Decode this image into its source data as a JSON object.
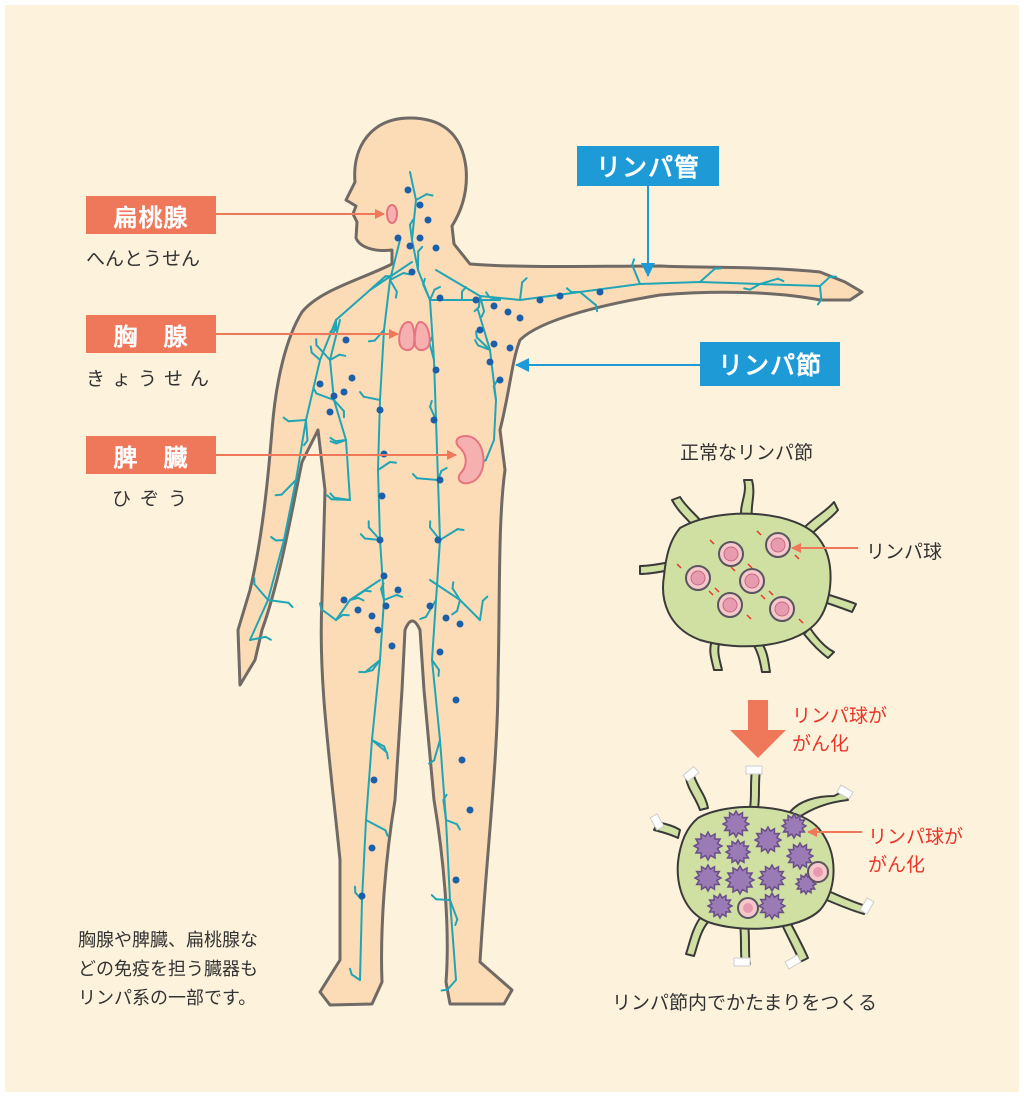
{
  "organs": {
    "tonsil": {
      "label": "扁桃腺",
      "reading": "へんとうせん"
    },
    "thymus": {
      "label": "胸　腺",
      "reading": "きょうせん"
    },
    "spleen": {
      "label": "脾　臓",
      "reading": "ひぞう"
    }
  },
  "lymph_vessel_label": "リンパ管",
  "lymph_node_label": "リンパ節",
  "normal_node": {
    "title": "正常なリンパ節",
    "lymphocyte_label": "リンパ球"
  },
  "transition": {
    "line1": "リンパ球が",
    "line2": "がん化"
  },
  "cancer_node": {
    "label_line1": "リンパ球が",
    "label_line2": "がん化",
    "caption": "リンパ節内でかたまりをつくる"
  },
  "footnote": [
    "胸腺や脾臓、扁桃腺な",
    "どの免疫を担う臓器も",
    "リンパ系の一部です。"
  ],
  "colors": {
    "background": "#fdf3dc",
    "skin": "#fcdcb6",
    "lymph_vessel": "#21a5b5",
    "lymph_node_dot": "#1b5fa8",
    "organ_label": "#f0785a",
    "lymph_label": "#1e9bd7",
    "node_fill": "#cfe0a2",
    "cancer_cell": "#9b7bb5",
    "alert_text": "#e8362a"
  }
}
